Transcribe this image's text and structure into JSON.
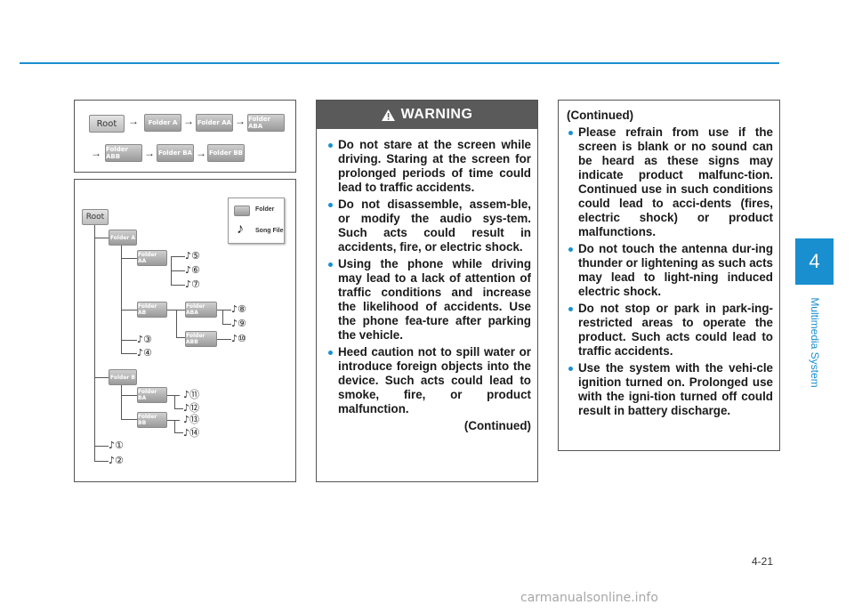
{
  "top_path": {
    "row1": [
      "Root",
      "Folder A",
      "Folder AA",
      "Folder ABA"
    ],
    "row2": [
      "Folder ABB",
      "Folder BA",
      "Folder BB"
    ],
    "arrow": "→"
  },
  "tree": {
    "root": "Root",
    "folder_a": "Folder A",
    "folder_aa": "Folder AA",
    "folder_ab": "Folder AB",
    "folder_aba": "Folder ABA",
    "folder_abb": "Folder ABB",
    "folder_b": "Folder B",
    "folder_ba": "Folder BA",
    "folder_bb": "Folder BB",
    "songs": [
      "♪①",
      "♪②",
      "♪③",
      "♪④",
      "♪⑤",
      "♪⑥",
      "♪⑦",
      "♪⑧",
      "♪⑨",
      "♪⑩",
      "♪⑪",
      "♪⑫",
      "♪⑬",
      "♪⑭"
    ]
  },
  "legend": {
    "folder": "Folder",
    "song_file": "Song File",
    "note_symbol": "♪"
  },
  "warning": {
    "title": "WARNING",
    "items": [
      "Do not stare at the screen while driving. Staring at the screen for prolonged periods of time could lead to traffic accidents.",
      "Do not disassemble, assem-ble, or modify the audio sys-tem. Such acts could result in accidents, fire, or electric shock.",
      "Using the phone while driving may lead to a lack of attention of traffic conditions and increase the likelihood of accidents. Use the phone fea-ture after parking the vehicle.",
      "Heed caution not to spill water or introduce foreign objects into the device. Such acts could lead to smoke, fire, or product malfunction."
    ],
    "continued": "(Continued)"
  },
  "right_panel": {
    "continued": "(Continued)",
    "items": [
      "Please refrain from use if the screen is blank or no sound can be heard as these signs may indicate product malfunc-tion. Continued use in such conditions could lead to acci-dents (fires, electric shock) or product malfunctions.",
      "Do not touch the antenna dur-ing thunder or lightening as such acts may lead to light-ning induced electric shock.",
      "Do not stop or park in park-ing-restricted areas to operate the product. Such acts could lead to traffic accidents.",
      "Use the system with the vehi-cle ignition turned on. Prolonged use with the igni-tion turned off could result in battery discharge."
    ]
  },
  "chapter_tab": {
    "number": "4",
    "label": "Multimedia System"
  },
  "page_number": "4-21",
  "watermark": "carmanualsonline.info",
  "colors": {
    "accent": "#1a8fd0",
    "warning_header": "#5a5a5a"
  }
}
